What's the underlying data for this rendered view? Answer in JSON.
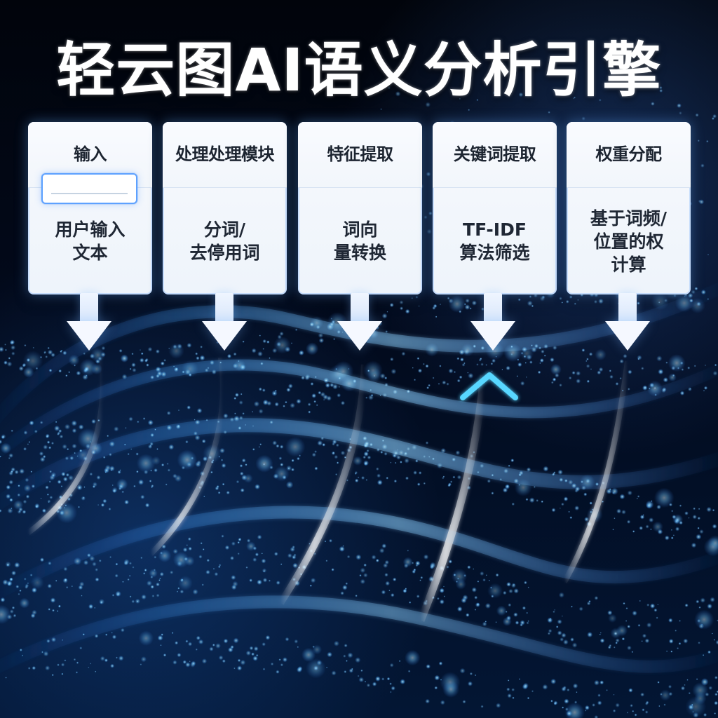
{
  "title": "轻云图AI语义分析引擎",
  "steps": [
    {
      "title": "输入",
      "description": "用户输入\n文本"
    },
    {
      "title": "处理处理模块",
      "description": "分词/\n去停用词"
    },
    {
      "title": "特征提取",
      "description": "词向\n量转换"
    },
    {
      "title": "关键词提取",
      "description": "TF-IDF\n算法筛选"
    },
    {
      "title": "权重分配",
      "description": "基于词频/\n位置的权\n计算"
    }
  ],
  "colors": {
    "background": "#020611",
    "accent": "#59A8FF",
    "card": "#F2F6FB",
    "text": "#1F2734"
  }
}
